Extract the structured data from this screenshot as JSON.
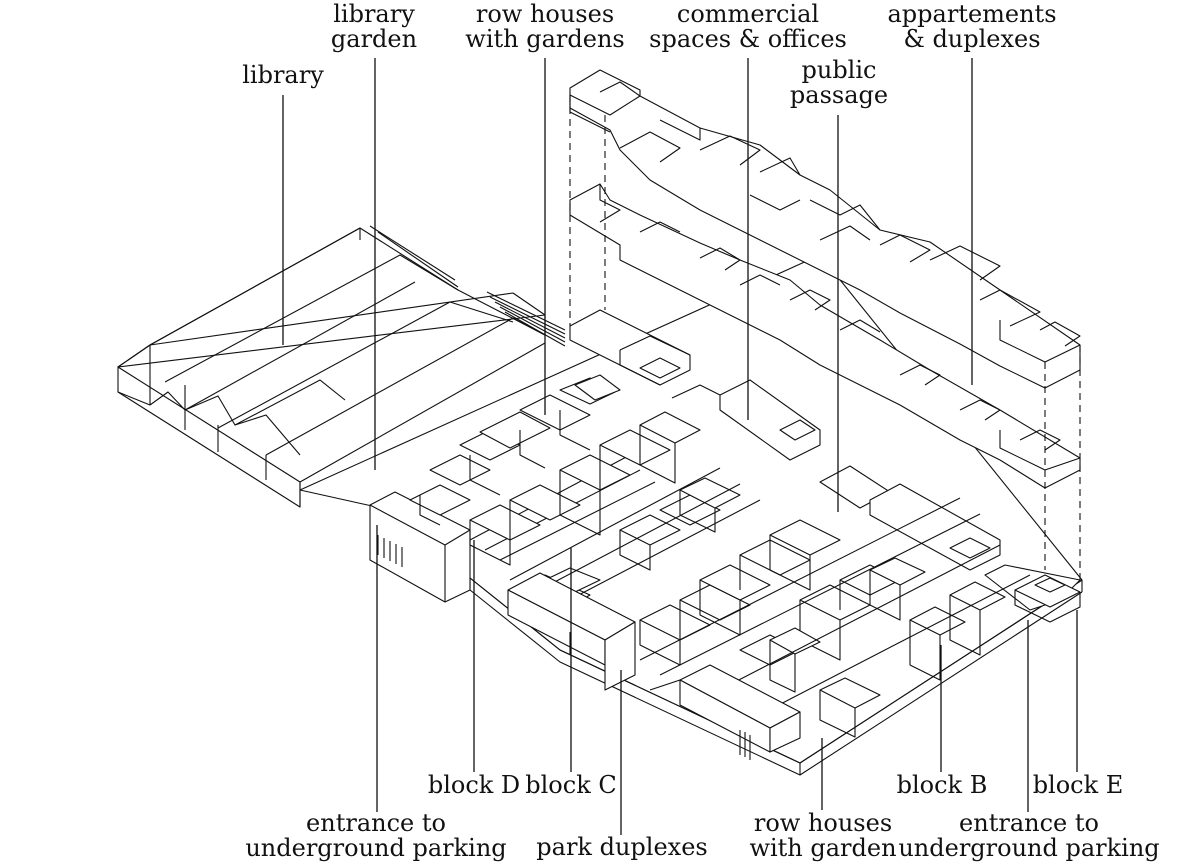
{
  "colors": {
    "ink": "#111111",
    "paper": "#ffffff"
  },
  "labels": {
    "library": [
      "library"
    ],
    "library_garden": [
      "library",
      "garden"
    ],
    "row_houses_gardens": [
      "row houses",
      "with gardens"
    ],
    "commercial": [
      "commercial",
      "spaces & offices"
    ],
    "appartements": [
      "appartements",
      "& duplexes"
    ],
    "public_passage": [
      "public",
      "passage"
    ],
    "block_d": [
      "block D"
    ],
    "block_c": [
      "block C"
    ],
    "block_b": [
      "block B"
    ],
    "block_e": [
      "block E"
    ],
    "entrance_left": [
      "entrance to",
      "underground parking"
    ],
    "park_duplexes": [
      "park duplexes"
    ],
    "row_houses_garden": [
      "row houses",
      "with garden"
    ],
    "entrance_right": [
      "entrance to",
      "underground parking"
    ]
  }
}
